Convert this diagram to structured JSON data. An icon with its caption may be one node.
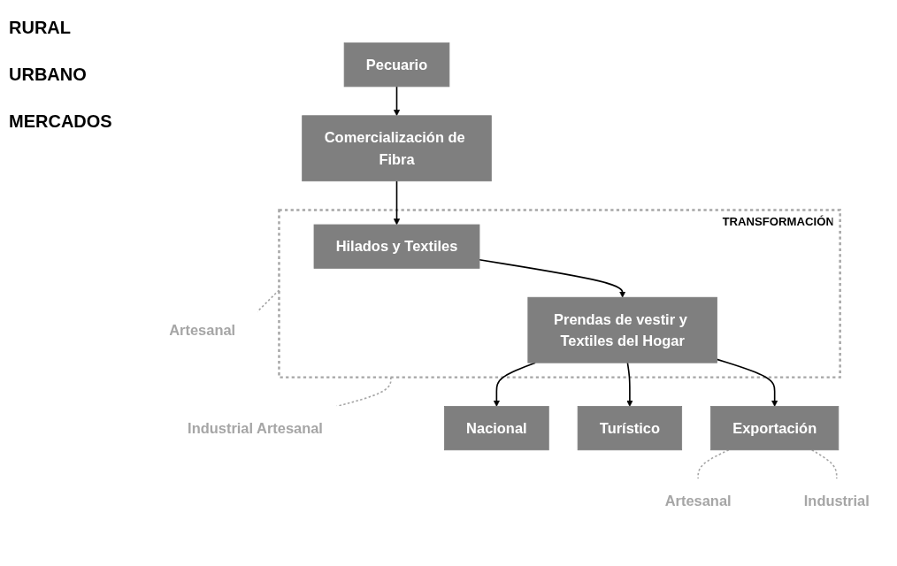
{
  "diagram": {
    "nodes": [
      {
        "text": [
          "Pecuario"
        ]
      },
      {
        "text": [
          "Comercialización de Fibra"
        ]
      },
      {
        "text": [
          "TRANSFORMACIÓN"
        ]
      },
      {
        "text": [
          "Hilados y Textiles"
        ],
        "in": 2
      },
      {
        "text": [
          "Prendas de vestir y Textiles del Hogar"
        ],
        "in": 2
      },
      {
        "text": [
          "Artesanal"
        ]
      },
      {
        "text": [
          "Industrial Artesanal"
        ]
      },
      {
        "text": [
          "Nacional"
        ]
      },
      {
        "text": [
          "Turístico"
        ]
      },
      {
        "text": [
          "Exportación"
        ]
      },
      {
        "text": [
          "Artesanal"
        ]
      },
      {
        "text": [
          "Industrial"
        ]
      }
    ],
    "edges": [
      {
        "from": 0,
        "to": 1,
        "arrow": "to"
      },
      {
        "from": 1,
        "to": 3,
        "arrow": "to"
      },
      {
        "from": 3,
        "to": 4,
        "arrow": "to"
      },
      {
        "from": 4,
        "to": 7,
        "arrow": "to"
      },
      {
        "from": 4,
        "to": 8,
        "arrow": "to"
      },
      {
        "from": 4,
        "to": 9,
        "arrow": "to"
      },
      {
        "from": 2,
        "to": 5,
        "arrow": "none",
        "style": "dashed",
        "color": "#a6a6a6"
      },
      {
        "from": 2,
        "to": 6,
        "arrow": "none",
        "style": "dashed",
        "color": "#a6a6a6"
      },
      {
        "from": 9,
        "to": 10,
        "arrow": "none",
        "style": "dashed",
        "color": "#a6a6a6"
      },
      {
        "from": 9,
        "to": 11,
        "arrow": "none",
        "style": "dashed",
        "color": "#a6a6a6"
      }
    ],
    "labels": [
      "RURAL",
      "URBANO",
      "MERCADOS"
    ]
  }
}
